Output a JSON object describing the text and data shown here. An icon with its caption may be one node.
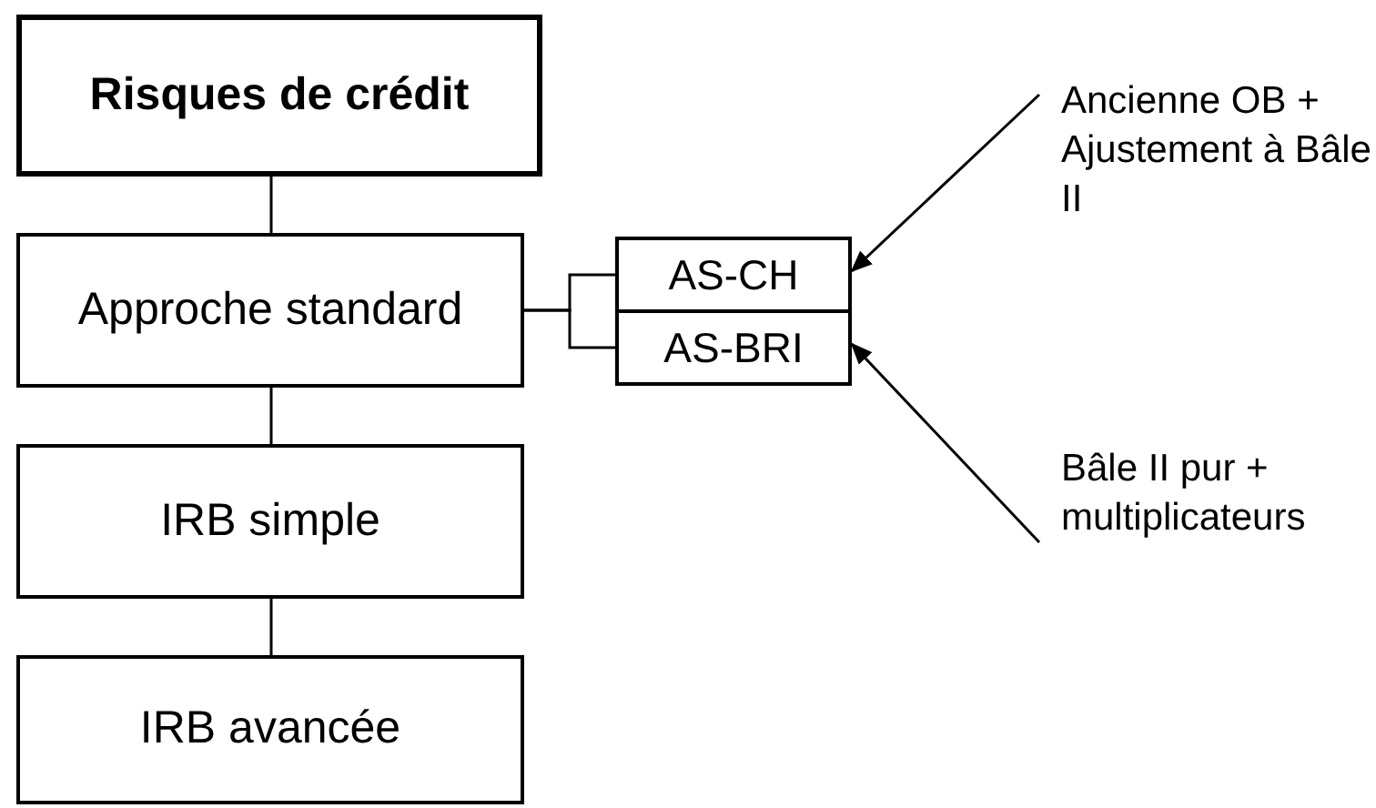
{
  "diagram": {
    "nodes": [
      {
        "text": [
          "Risques de crédit"
        ]
      },
      {
        "text": [
          "Approche standard"
        ]
      },
      {
        "text": [
          "IRB simple"
        ]
      },
      {
        "text": [
          "IRB avancée"
        ]
      },
      {
        "text": [
          "AS-CH"
        ]
      },
      {
        "text": [
          "AS-BRI"
        ]
      },
      {
        "text": [
          "Ancienne OB + Ajustement à Bâle II"
        ]
      },
      {
        "text": [
          "Bâle II pur + multiplicateurs"
        ]
      }
    ],
    "edges": [
      {
        "from": 0,
        "to": 1,
        "arrow": "none"
      },
      {
        "from": 1,
        "to": 2,
        "arrow": "none"
      },
      {
        "from": 2,
        "to": 3,
        "arrow": "none"
      },
      {
        "from": 1,
        "to": 4,
        "arrow": "none"
      },
      {
        "from": 1,
        "to": 5,
        "arrow": "none"
      },
      {
        "from": 6,
        "to": 4,
        "arrow": "to"
      },
      {
        "from": 7,
        "to": 5,
        "arrow": "to"
      }
    ]
  }
}
